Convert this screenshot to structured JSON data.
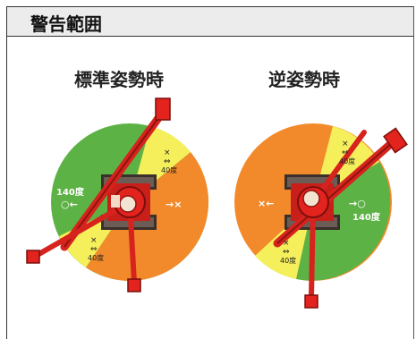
{
  "header": {
    "title": "警告範囲"
  },
  "standard": {
    "title": "標準姿勢時",
    "left_angle": "140度",
    "left_symbol": "○←",
    "right_symbol": "→×",
    "top_x": "×",
    "top_arrow": "⇔",
    "top_angle": "40度",
    "bottom_x": "×",
    "bottom_arrow": "⇔",
    "bottom_angle": "40度"
  },
  "reverse": {
    "title": "逆姿勢時",
    "left_symbol": "×←",
    "right_symbol": "→○",
    "right_angle": "140度",
    "top_x": "×",
    "top_arrow": "⇔",
    "top_angle": "40度",
    "bottom_x": "×",
    "bottom_arrow": "⇔",
    "bottom_angle": "40度"
  },
  "colors": {
    "safe": "#5cb244",
    "caution": "#f4ef5a",
    "danger": "#f28a2b",
    "machine": "#e3231d"
  }
}
